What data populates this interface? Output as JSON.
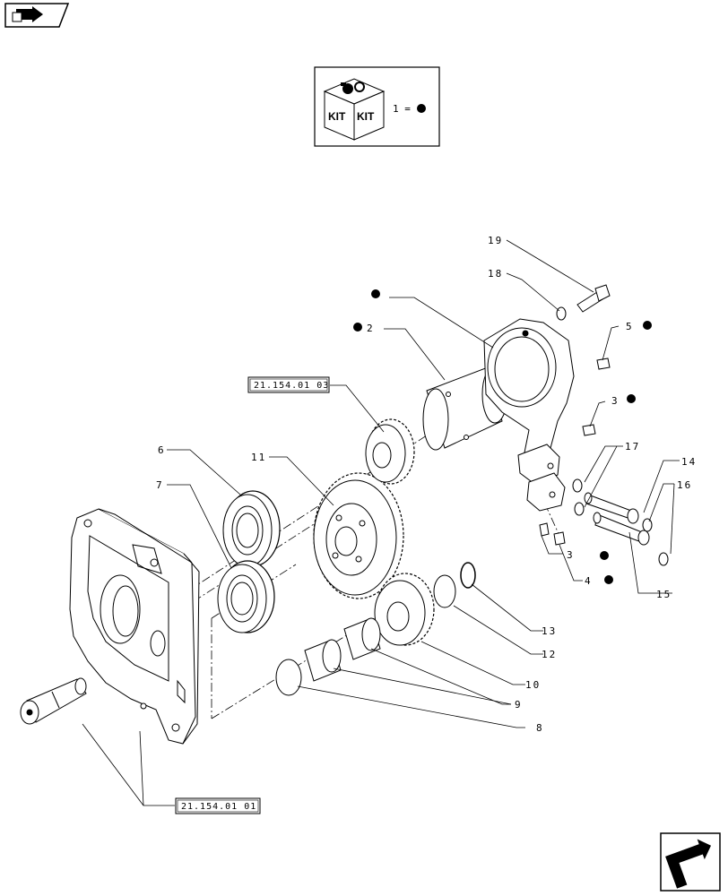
{
  "kit_legend": {
    "left_label": "KIT",
    "right_label": "KIT",
    "equation": "1 ="
  },
  "part_numbers": {
    "p2": "2",
    "p3a": "3",
    "p3b": "3",
    "p4": "4",
    "p5": "5",
    "p6": "6",
    "p7": "7",
    "p8": "8",
    "p9": "9",
    "p10": "10",
    "p11": "11",
    "p12": "12",
    "p13": "13",
    "p14": "14",
    "p15": "15",
    "p16": "16",
    "p17": "17",
    "p18": "18",
    "p19": "19"
  },
  "references": {
    "ref_top": "21.154.01 03",
    "ref_bottom": "21.154.01 01"
  },
  "icons": {
    "top_left": "back-arrow-icon",
    "bottom_right": "next-page-arrow-icon"
  }
}
